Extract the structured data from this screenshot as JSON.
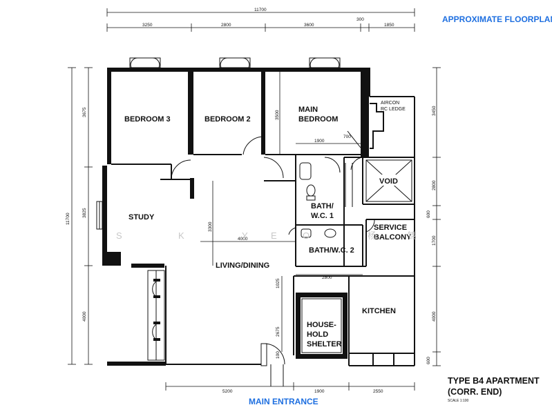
{
  "title": "APPROXIMATE FLOORPLAN",
  "entrance": "MAIN ENTRANCE",
  "apartment": {
    "line1": "TYPE B4 APARTMENT",
    "line2": "(CORR. END)",
    "scale": "SCALE 1:100"
  },
  "rooms": {
    "bedroom3": "BEDROOM 3",
    "bedroom2": "BEDROOM 2",
    "master_l1": "MAIN",
    "master_l2": "BEDROOM",
    "aircon_l1": "AIRCON",
    "aircon_l2": "RC LEDGE",
    "study": "STUDY",
    "void": "VOID",
    "bath1_l1": "BATH/",
    "bath1_l2": "W.C. 1",
    "service_l1": "SERVICE",
    "service_l2": "BALCONY",
    "bath2": "BATH/W.C. 2",
    "living": "LIVING/DINING",
    "kitchen": "KITCHEN",
    "shelter_l1": "HOUSE-",
    "shelter_l2": "HOLD",
    "shelter_l3": "SHELTER"
  },
  "dimensions": {
    "top_total": "11700",
    "top_3250": "3250",
    "top_2800": "2800",
    "top_3600": "3600",
    "top_300": "300",
    "top_1850": "1850",
    "left_3675": "3675",
    "left_3825": "3825",
    "left_total": "11700",
    "left_4000": "4000",
    "in_3500": "3500",
    "in_1900": "1900",
    "in_700": "700",
    "in_3300": "3300",
    "in_4000": "4000",
    "in_2800": "2800",
    "in_1025": "1025",
    "in_2675": "2675",
    "in_100": "100",
    "right_3450": "3450",
    "right_2800": "2800",
    "right_600a": "600",
    "right_1700": "1700",
    "right_4000": "4000",
    "right_600b": "600",
    "bot_5200": "5200",
    "bot_1900": "1900",
    "bot_2550": "2550"
  },
  "watermark": [
    "S",
    "K",
    "Y",
    "E",
    "O",
    "杨",
    "锦"
  ]
}
